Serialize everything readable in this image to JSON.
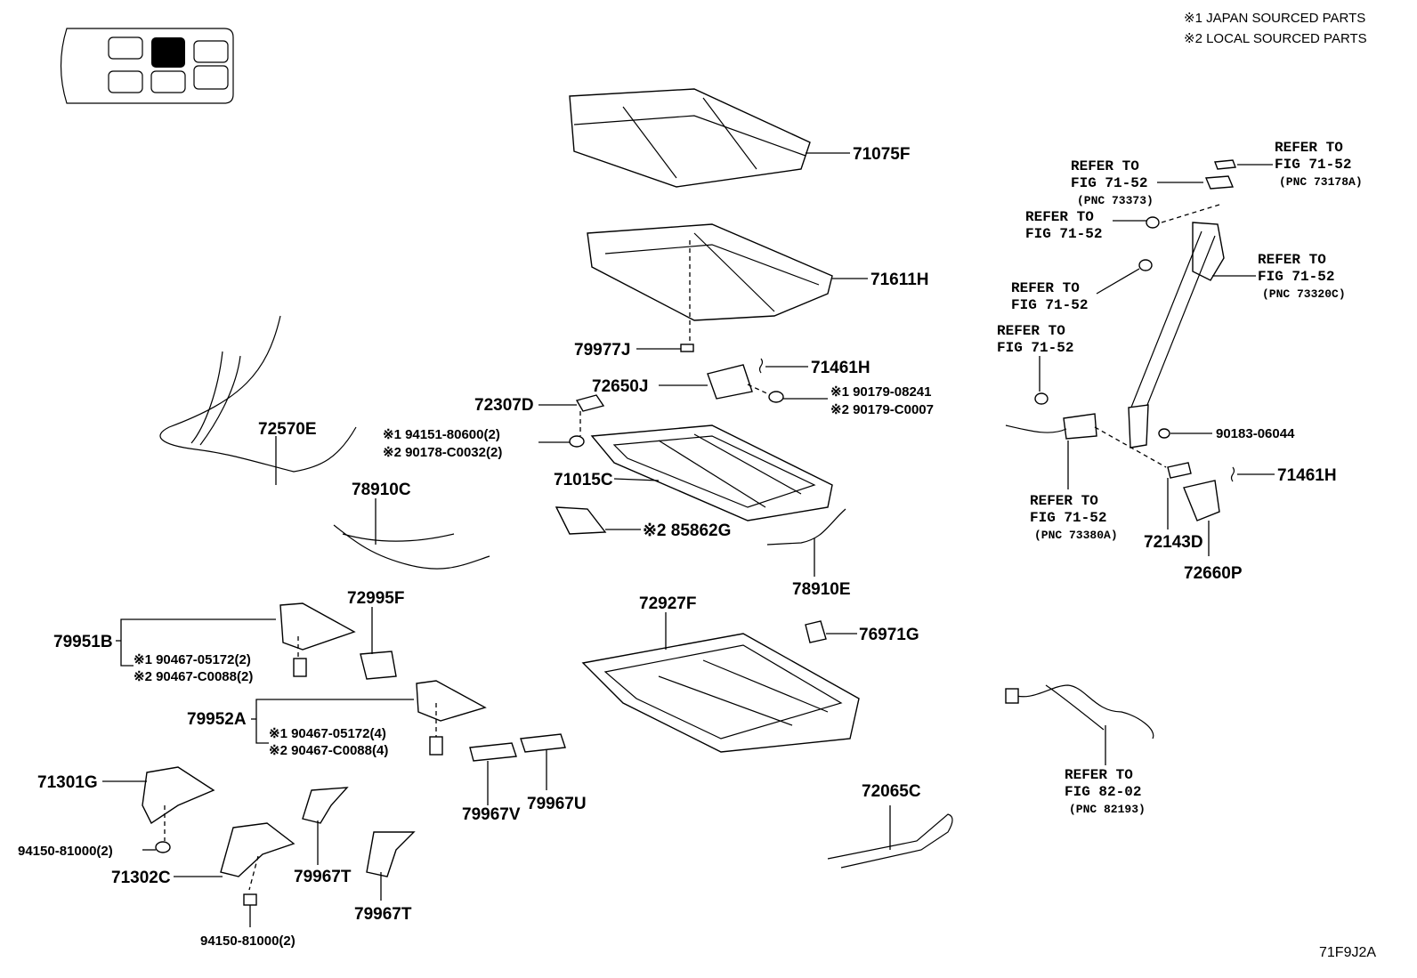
{
  "legend": {
    "note1": "※1 JAPAN SOURCED PARTS",
    "note2": "※2 LOCAL SOURCED PARTS"
  },
  "figure_id": "71F9J2A",
  "parts": {
    "p71075F": "71075F",
    "p71611H": "71611H",
    "p79977J": "79977J",
    "p71461H_a": "71461H",
    "p72650J": "72650J",
    "p90179_08241": "※1 90179-08241",
    "p90179_C0007": "※2 90179-C0007",
    "p72307D": "72307D",
    "p94151_80600": "※1 94151-80600(2)",
    "p90178_C0032": "※2 90178-C0032(2)",
    "p71015C": "71015C",
    "p72570E": "72570E",
    "p78910C": "78910C",
    "p85862G": "※2 85862G",
    "p78910E": "78910E",
    "p72995F": "72995F",
    "p72927F": "72927F",
    "p76971G": "76971G",
    "p79951B": "79951B",
    "p90467_05172_2": "※1 90467-05172(2)",
    "p90467_C0088_2": "※2 90467-C0088(2)",
    "p79952A": "79952A",
    "p90467_05172_4": "※1 90467-05172(4)",
    "p90467_C0088_4": "※2 90467-C0088(4)",
    "p71301G": "71301G",
    "p94150_81000_a": "94150-81000(2)",
    "p71302C": "71302C",
    "p94150_81000_b": "94150-81000(2)",
    "p79967V": "79967V",
    "p79967U": "79967U",
    "p79967T_a": "79967T",
    "p79967T_b": "79967T",
    "p72065C": "72065C",
    "p90183_06044": "90183-06044",
    "p71461H_b": "71461H",
    "p72143D": "72143D",
    "p72660P": "72660P"
  },
  "refs": {
    "r1": {
      "line1": "REFER TO",
      "line2": "FIG 71-52",
      "pnc": "(PNC 73373)"
    },
    "r2": {
      "line1": "REFER TO",
      "line2": "FIG 71-52",
      "pnc": "(PNC 73178A)"
    },
    "r3": {
      "line1": "REFER TO",
      "line2": "FIG 71-52"
    },
    "r4": {
      "line1": "REFER TO",
      "line2": "FIG 71-52",
      "pnc": "(PNC 73320C)"
    },
    "r5": {
      "line1": "REFER TO",
      "line2": "FIG 71-52"
    },
    "r6": {
      "line1": "REFER TO",
      "line2": "FIG 71-52"
    },
    "r7": {
      "line1": "REFER TO",
      "line2": "FIG 71-52",
      "pnc": "(PNC 73380A)"
    },
    "r8": {
      "line1": "REFER TO",
      "line2": "FIG 82-02",
      "pnc": "(PNC 82193)"
    }
  }
}
